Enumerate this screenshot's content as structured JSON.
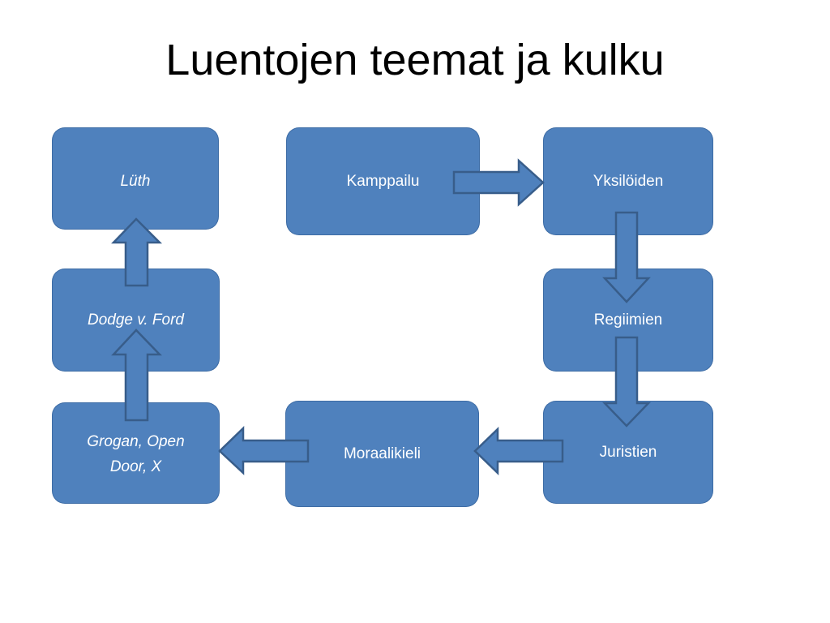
{
  "title": "Luentojen teemat ja kulku",
  "colors": {
    "box_fill": "#4f81bd",
    "arrow_fill": "#4f81bd",
    "arrow_stroke": "#385d8a",
    "text": "#ffffff"
  },
  "boxes": {
    "luth": "Lüth",
    "dodge": "Dodge v. Ford",
    "grogan": "Grogan, Open Door, X",
    "kamppailu": "Kamppailu",
    "yksiloiden": "Yksilöiden",
    "regiimien": "Regiimien",
    "juristien": "Juristien",
    "moraalikieli": "Moraalikieli"
  }
}
